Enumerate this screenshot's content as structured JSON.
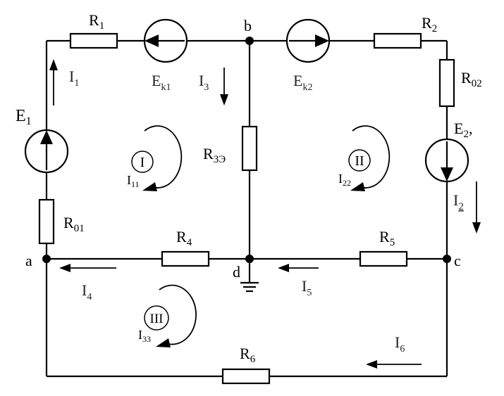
{
  "nodes": {
    "a": "a",
    "b": "b",
    "c": "c",
    "d": "d"
  },
  "resistors": {
    "R1": {
      "main": "R",
      "sub": "1"
    },
    "R2": {
      "main": "R",
      "sub": "2"
    },
    "R02": {
      "main": "R",
      "sub": "02"
    },
    "R3": {
      "main": "R",
      "sub": "3Э"
    },
    "R01": {
      "main": "R",
      "sub": "01"
    },
    "R4": {
      "main": "R",
      "sub": "4"
    },
    "R5": {
      "main": "R",
      "sub": "5"
    },
    "R6": {
      "main": "R",
      "sub": "6"
    }
  },
  "sources": {
    "E1": {
      "main": "E",
      "sub": "1"
    },
    "E2": {
      "main": "E",
      "sub": "2",
      "suffix": ","
    },
    "Ek1": {
      "main": "E",
      "sub": "k1"
    },
    "Ek2": {
      "main": "E",
      "sub": "k2"
    }
  },
  "currents": {
    "I1": {
      "main": "I",
      "sub": "1"
    },
    "I2": {
      "main": "I",
      "sub": "2"
    },
    "I3": {
      "main": "I",
      "sub": "3"
    },
    "I4": {
      "main": "I",
      "sub": "4"
    },
    "I5": {
      "main": "I",
      "sub": "5"
    },
    "I6": {
      "main": "I",
      "sub": "6"
    }
  },
  "loops": {
    "I": {
      "numeral": "I",
      "current_main": "I",
      "current_sub": "11"
    },
    "II": {
      "numeral": "II",
      "current_main": "I",
      "current_sub": "22"
    },
    "III": {
      "numeral": "III",
      "current_main": "I",
      "current_sub": "33"
    }
  }
}
